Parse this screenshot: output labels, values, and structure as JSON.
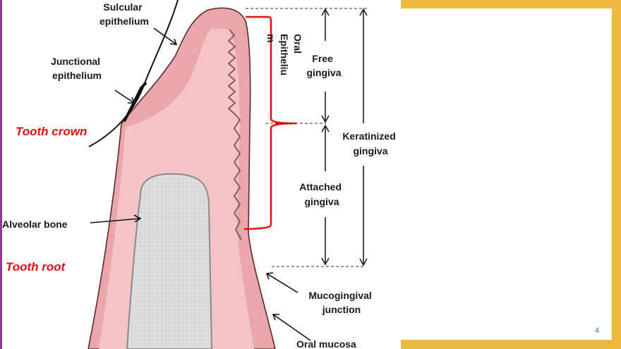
{
  "slide": {
    "number": "4",
    "colors": {
      "frame": "#EFB93F",
      "left_accent": "#8E3A8E",
      "slide_number": "#2E7BA6",
      "gingiva_outer": "#E9A7AC",
      "gingiva_inner": "#F4C3C5",
      "bone": "#D9D9D9",
      "red_label": "#E01010",
      "bracket": "#E81010"
    }
  },
  "diagram": {
    "labels": {
      "sulcular_epithelium": [
        "Sulcular",
        "epithelium"
      ],
      "junctional_epithelium": [
        "Junctional",
        "epithelium"
      ],
      "tooth_crown": "Tooth crown",
      "alveolar_bone": "Alveolar bone",
      "tooth_root": "Tooth root",
      "oral_epithelium": [
        "Oral",
        "Epitheliu",
        "m"
      ],
      "free_gingiva": [
        "Free",
        "gingiva"
      ],
      "keratinized_gingiva": [
        "Keratinized",
        "gingiva"
      ],
      "attached_gingiva": [
        "Attached",
        "gingiva"
      ],
      "mucogingival_junction": [
        "Mucogingival",
        "junction"
      ],
      "oral_mucosa": "Oral mucosa"
    }
  }
}
